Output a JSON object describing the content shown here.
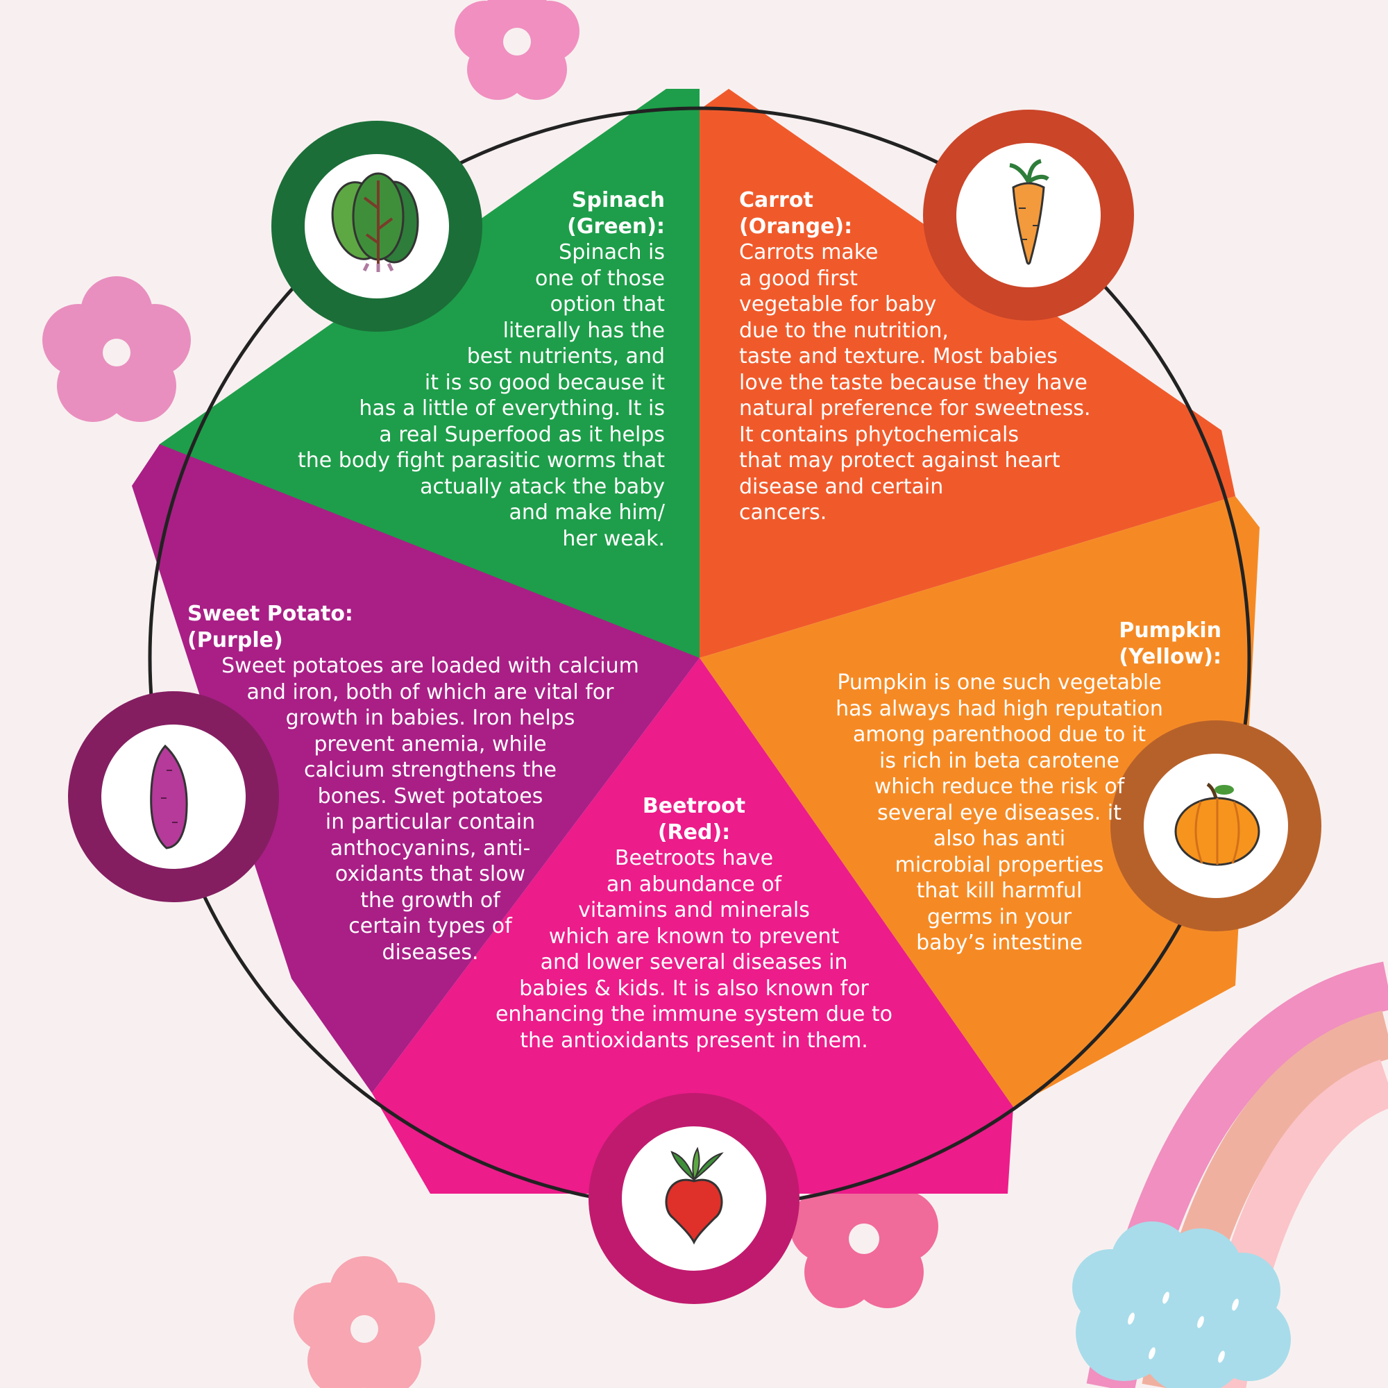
{
  "colors": {
    "background": "#f8f0f0",
    "spinach": "#1e9e4a",
    "carrot": "#f05a2b",
    "pumpkin": "#f58a25",
    "beetroot": "#ec1c8a",
    "sweet_potato": "#a91f86",
    "spinach_ring": "#1b6e38",
    "carrot_ring": "#cb4528",
    "pumpkin_ring": "#b7612a",
    "beetroot_ring": "#c01a6e",
    "sweet_potato_ring": "#841e61"
  },
  "segments": [
    {
      "id": "spinach",
      "icon": "spinach-icon",
      "heading": [
        "Spinach",
        "(Green):"
      ],
      "body": [
        "Spinach is",
        "one of those",
        "option that",
        "literally has the",
        "best nutrients, and",
        "it is so good because it",
        "has a little of everything. It is",
        "a real Superfood as it helps",
        "the body fight parasitic worms that",
        "actually atack the baby",
        "and make him/",
        "her weak."
      ]
    },
    {
      "id": "carrot",
      "icon": "carrot-icon",
      "heading": [
        "Carrot",
        "(Orange):"
      ],
      "body": [
        "Carrots make",
        "a good first",
        "vegetable for baby",
        "due to the nutrition,",
        "taste and texture. Most babies",
        "love the taste because they have",
        "natural preference for sweetness.",
        "It contains phytochemicals",
        "that may protect against heart",
        "disease and certain",
        "cancers."
      ]
    },
    {
      "id": "pumpkin",
      "icon": "pumpkin-icon",
      "heading": [
        "Pumpkin",
        "(Yellow):"
      ],
      "body": [
        "Pumpkin is one such vegetable",
        "has always had high reputation",
        "among parenthood due to it",
        "is rich in beta carotene",
        "which reduce the risk of",
        "several eye diseases. it",
        "also has anti",
        "microbial properties",
        "that kill harmful",
        "germs in your",
        "baby’s intestine"
      ]
    },
    {
      "id": "beetroot",
      "icon": "beetroot-icon",
      "heading": [
        "Beetroot",
        "(Red):"
      ],
      "body": [
        "Beetroots have",
        "an abundance of",
        "vitamins and minerals",
        "which are known to prevent",
        "and lower several diseases in",
        "babies & kids. It is also known for",
        "enhancing the immune system due to",
        "the antioxidants present in them."
      ]
    },
    {
      "id": "sweet-potato",
      "icon": "sweet-potato-icon",
      "heading": [
        "Sweet Potato:",
        "(Purple)"
      ],
      "body": [
        "Sweet potatoes are loaded with calcium",
        "and iron, both of which are vital for",
        "growth in babies. Iron helps",
        "prevent anemia, while",
        "calcium strengthens the",
        "bones. Swet potatoes",
        "in particular contain",
        "anthocyanins, anti-",
        "oxidants that slow",
        "the growth of",
        "certain types of",
        "diseases."
      ]
    }
  ]
}
